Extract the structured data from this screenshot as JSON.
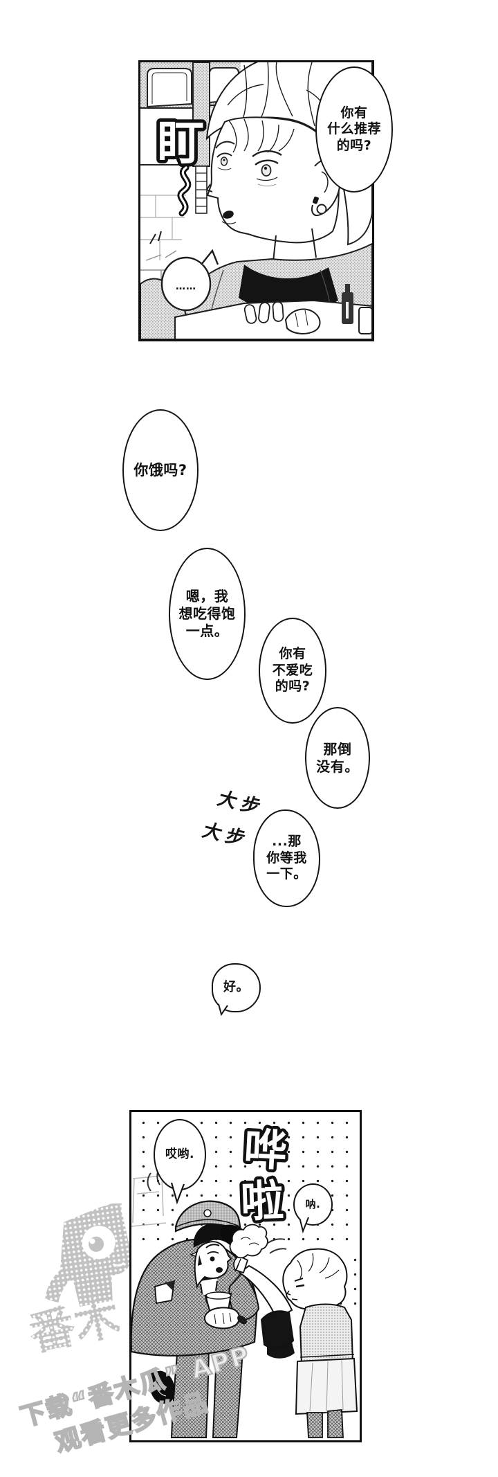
{
  "colors": {
    "ink": "#111111",
    "paper": "#ffffff",
    "halftone_gray": "#c8c8c8",
    "watermark_gray": "#b4b4b4"
  },
  "bubbles": {
    "recommend": [
      "你有",
      "什么推荐",
      "的吗?"
    ],
    "silence": "……",
    "hungry": [
      "你饿吗?"
    ],
    "eat_full": [
      "嗯，我",
      "想吃得饱",
      "一点。"
    ],
    "dislike": [
      "你有",
      "不爱吃",
      "的吗?"
    ],
    "not_really": [
      "那倒",
      "没有。"
    ],
    "wait": [
      "...那",
      "你等我",
      "一下。"
    ],
    "ok": [
      "好。"
    ],
    "aiyo": "哎哟.",
    "na": "呐."
  },
  "sfx": {
    "stare": "盯",
    "steps": [
      "大步",
      "大步"
    ],
    "crash": [
      "哗",
      "啦"
    ]
  },
  "watermark": {
    "logo_chars": "番木",
    "line1": "下载“番木瓜” APP",
    "line2": "观看更多作品"
  }
}
